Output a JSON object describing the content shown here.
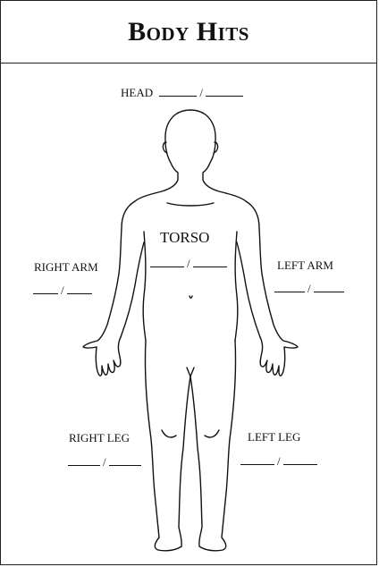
{
  "title": "Body Hits",
  "separator": "/",
  "regions": {
    "head": {
      "label": "HEAD"
    },
    "torso": {
      "label": "TORSO"
    },
    "right_arm": {
      "label": "RIGHT ARM"
    },
    "left_arm": {
      "label": "LEFT ARM"
    },
    "right_leg": {
      "label": "RIGHT LEG"
    },
    "left_leg": {
      "label": "LEFT LEG"
    }
  }
}
